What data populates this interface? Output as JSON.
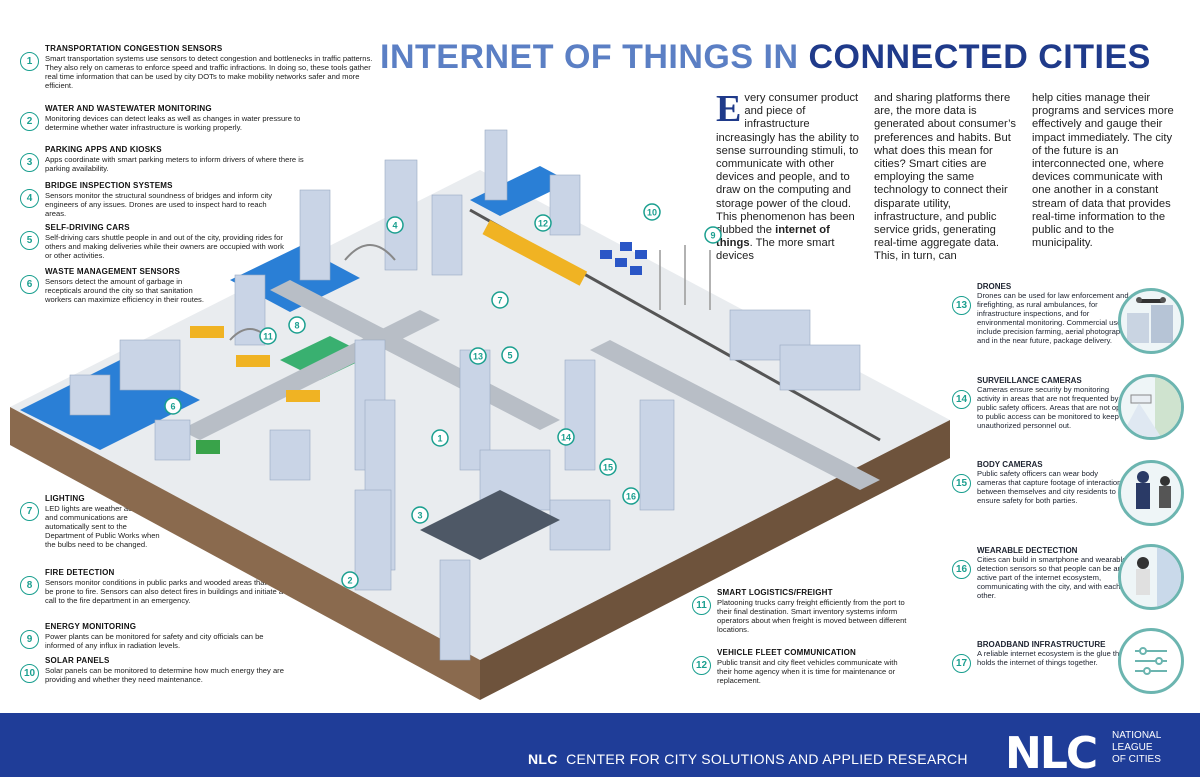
{
  "title": {
    "part1": "INTERNET OF THINGS IN ",
    "part2": "CONNECTED CITIES"
  },
  "intro": {
    "dropcap": "E",
    "col1_start": "very consumer product and piece of infrastructure increasingly has the ability to sense surrounding stimuli, to communicate with other devices and people, and to draw on the computing and storage power of the cloud. This phenomenon has been dubbed the ",
    "col1_bold": "internet of things",
    "col1_end": ". The more smart devices",
    "col2": "and sharing platforms there are, the more data is generated about consumer’s preferences and habits. But what does this mean for cities? Smart cities are employing the same technology to connect their disparate utility, infrastructure, and public service grids, generating real-time aggregate data. This, in turn, can",
    "col3": "help cities manage their programs and services more effectively and gauge their impact immediately. The city of the future is an interconnected one, where devices communicate with one another in a constant stream of data that provides real-time information to the public and to the municipality."
  },
  "left_items": [
    {
      "num": "1",
      "title": "TRANSPORTATION CONGESTION SENSORS",
      "text": "Smart transportation systems use sensors to detect congestion and bottlenecks in traffic patterns. They also rely on cameras to enforce speed and traffic infractions.  In doing so, these tools gather real time information that can be used by city DOTs to make mobility networks safer and more efficient."
    },
    {
      "num": "2",
      "title": "WATER AND WASTEWATER MONITORING",
      "text": "Monitoring devices can detect leaks as well as changes in water pressure to determine whether water infrastructure is working properly."
    },
    {
      "num": "3",
      "title": "PARKING APPS AND KIOSKS",
      "text": "Apps coordinate with smart parking meters to inform drivers of where there is parking availability."
    },
    {
      "num": "4",
      "title": "BRIDGE INSPECTION SYSTEMS",
      "text": "Sensors monitor the structural soundness of bridges and inform city engineers of any issues. Drones are used to inspect hard to reach areas."
    },
    {
      "num": "5",
      "title": "SELF-DRIVING CARS",
      "text": "Self-driving cars shuttle people in and out of the city, providing rides for others and making deliveries while their owners are occupied with work or other activities."
    },
    {
      "num": "6",
      "title": "WASTE MANAGEMENT SENSORS",
      "text": "Sensors detect the amount of garbage in recepticals around the city so that sanitation workers can maximize efficiency in their routes."
    },
    {
      "num": "7",
      "title": "LIGHTING",
      "text": "LED lights are weather adaptive and communications are automatically sent to the Department of Public Works when the bulbs need to be changed."
    },
    {
      "num": "8",
      "title": "FIRE DETECTION",
      "text": "Sensors monitor conditions in public parks and wooded areas that might be prone to fire. Sensors can also detect fires in buildings and initiate a call to the fire department in an emergency."
    },
    {
      "num": "9",
      "title": "ENERGY MONITORING",
      "text": "Power plants can be monitored for safety and city officials can be informed of any influx in radiation levels."
    },
    {
      "num": "10",
      "title": "SOLAR PANELS",
      "text": "Solar panels can be monitored to determine how much energy they are providing and whether they need maintenance."
    }
  ],
  "mid_items": [
    {
      "num": "11",
      "title": "SMART LOGISTICS/FREIGHT",
      "text": "Platooning trucks carry freight efficiently from the port to their final destination. Smart inventory systems inform operators about when freight is moved between different locations."
    },
    {
      "num": "12",
      "title": "VEHICLE FLEET COMMUNICATION",
      "text": "Public transit and city fleet vehicles communicate with their home agency when it is time for maintenance or replacement."
    }
  ],
  "right_items": [
    {
      "num": "13",
      "title": "DRONES",
      "text": "Drones can be used for law enforcement and firefighting, as rural ambulances, for infrastructure inspections, and for environmental monitoring. Commercial uses include precision farming, aerial photography, and in the near future, package delivery."
    },
    {
      "num": "14",
      "title": "SURVEILLANCE CAMERAS",
      "text": "Cameras ensure security by monitoring activity in areas that are not frequented by public safety officers. Areas that are not open to public access can be monitored to keep unauthorized personnel out."
    },
    {
      "num": "15",
      "title": "BODY CAMERAS",
      "text": "Public safety officers can wear body cameras that capture footage of interactions between themselves and city residents to ensure safety for both parties."
    },
    {
      "num": "16",
      "title": "WEARABLE DECTECTION",
      "text": "Cities can build in smartphone and wearable detection sensors so that people can be an active part of the internet ecosystem, communicating with the city, and with each other."
    },
    {
      "num": "17",
      "title": "BROADBAND INFRASTRUCTURE",
      "text": "A reliable internet ecosystem is the glue that holds the internet of things together."
    }
  ],
  "map_markers": [
    "1",
    "2",
    "3",
    "4",
    "5",
    "6",
    "7",
    "8",
    "9",
    "10",
    "11",
    "12",
    "13",
    "14",
    "15",
    "16"
  ],
  "footer": {
    "tag_bold": "NLC",
    "tag_text": "CENTER FOR CITY SOLUTIONS AND APPLIED RESEARCH",
    "logo": "NLC",
    "logo_line1": "NATIONAL",
    "logo_line2": "LEAGUE",
    "logo_line3": "OF CITIES"
  },
  "colors": {
    "title_light": "#5b7fc4",
    "title_dark": "#1f3a8a",
    "teal": "#1a9f8f",
    "footer": "#1f3d98",
    "water": "#2a7fd6"
  }
}
